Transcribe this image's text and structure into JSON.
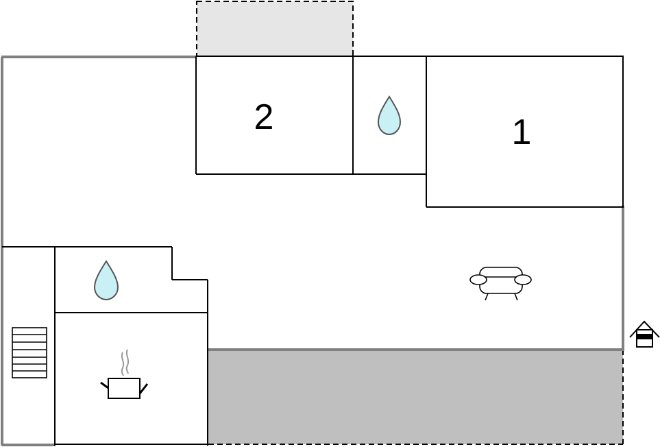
{
  "floor_plan": {
    "rooms": [
      {
        "id": "bedroom-2",
        "label": "2"
      },
      {
        "id": "bedroom-1",
        "label": "1"
      },
      {
        "id": "bathroom-upper",
        "icon": "water-drop-icon"
      },
      {
        "id": "bathroom-lower",
        "icon": "water-drop-icon"
      },
      {
        "id": "kitchen",
        "icon": "cooking-pot-icon"
      },
      {
        "id": "living-room",
        "icon": "sofa-icon"
      },
      {
        "id": "stairwell",
        "icon": "stairs-icon"
      }
    ],
    "outdoor_areas": [
      {
        "id": "balcony-top",
        "style": "dashed"
      },
      {
        "id": "terrace-bottom",
        "style": "dashed"
      }
    ],
    "entrance": {
      "icon": "entrance-house-icon"
    },
    "colors": {
      "wall_outer": "#808080",
      "wall_inner": "#000000",
      "balcony_fill": "#e6e6e6",
      "terrace_fill": "#bfbfbf",
      "water_fill": "#c8f0f5"
    }
  }
}
